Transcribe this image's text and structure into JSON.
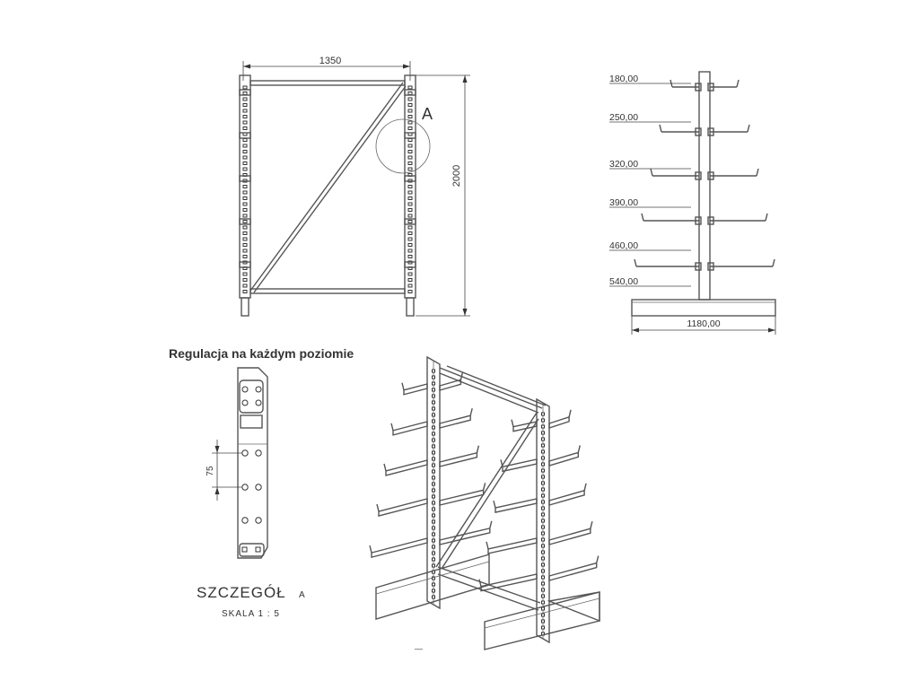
{
  "front_view": {
    "width_label": "1350",
    "height_label": "2000",
    "detail_marker": "A"
  },
  "side_view": {
    "arm_labels": [
      "180,00",
      "250,00",
      "320,00",
      "390,00",
      "460,00",
      "540,00"
    ],
    "base_label": "1180,00"
  },
  "detail": {
    "heading": "Regulacja na każdym poziomie",
    "pitch_label": "75",
    "title": "SZCZEGÓŁ",
    "title_suffix": "A",
    "scale": "SKALA  1 : 5"
  },
  "iso_view": {
    "fragment": "—"
  }
}
